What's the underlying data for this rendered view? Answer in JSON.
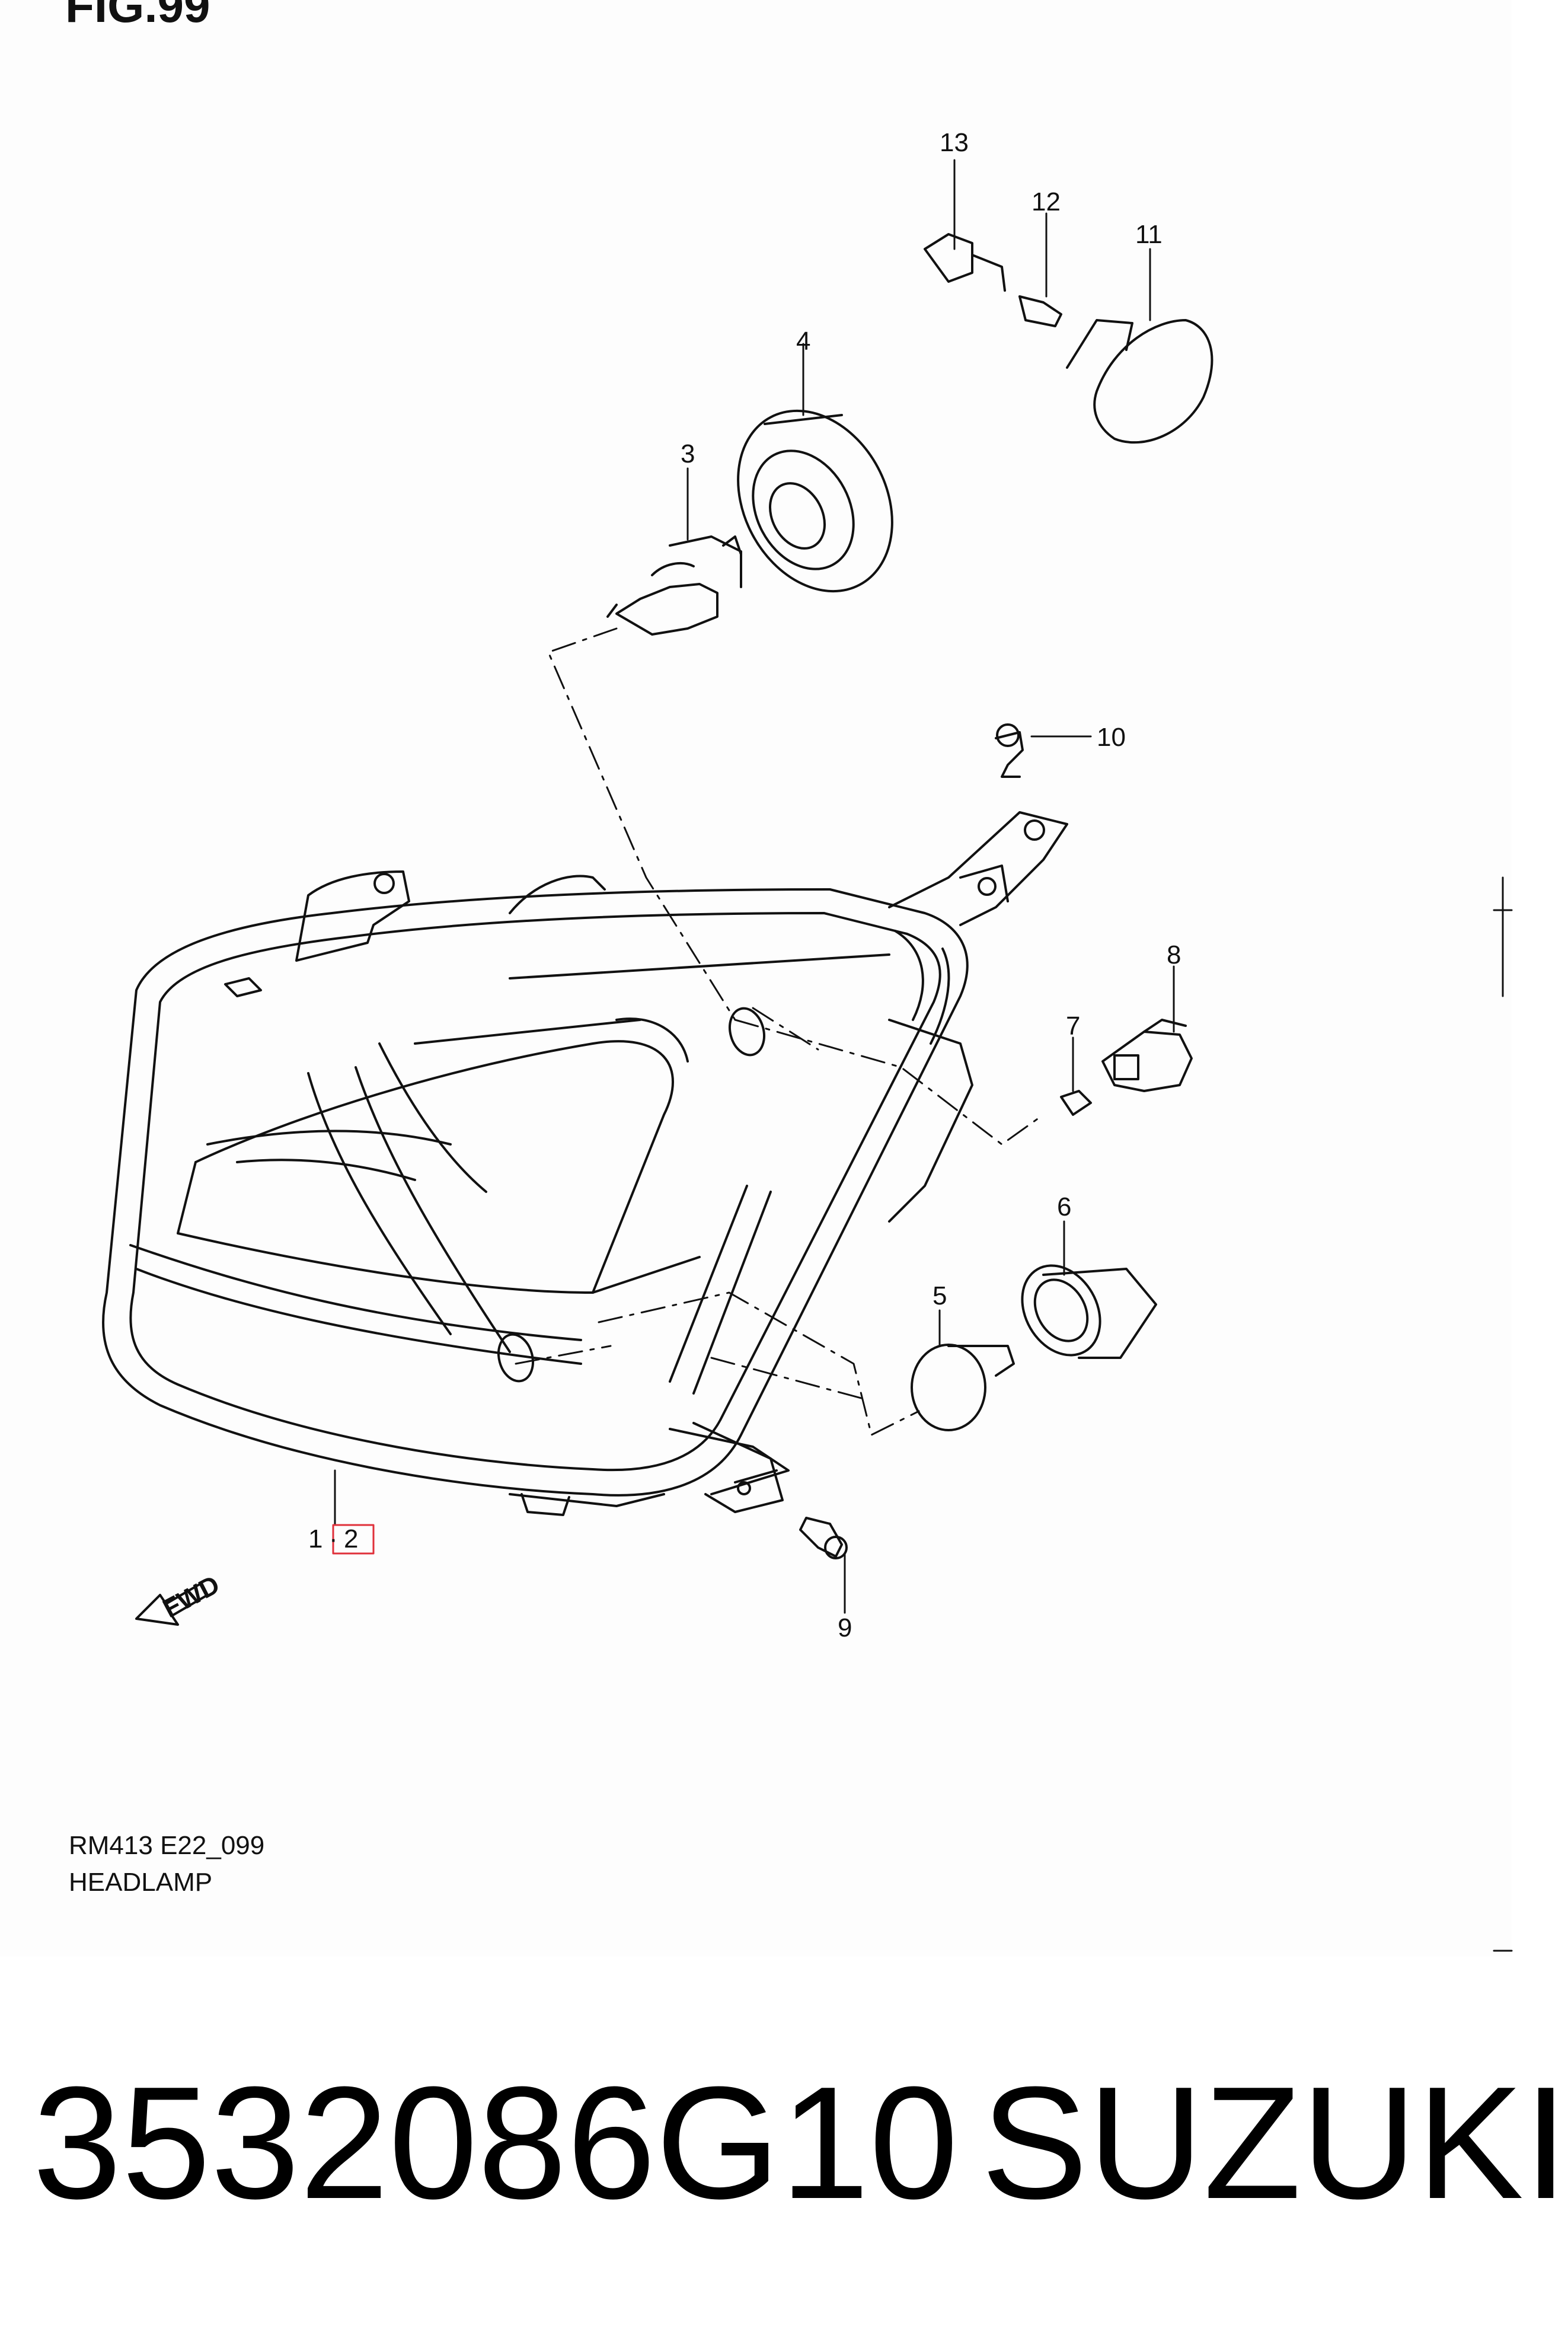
{
  "figure": {
    "title": "FIG.99"
  },
  "diagram": {
    "code": "RM413 E22_099",
    "name": "HEADLAMP",
    "callouts": [
      "1",
      "2",
      "3",
      "4",
      "5",
      "6",
      "7",
      "8",
      "9",
      "10",
      "11",
      "12",
      "13"
    ],
    "fwd_label": "FWD",
    "highlight_color": "#e0303a"
  },
  "product": {
    "part_number": "3532086G10",
    "brand": "SUZUKI"
  }
}
